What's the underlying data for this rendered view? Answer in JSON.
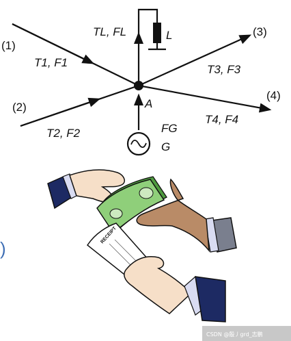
{
  "diagram": {
    "node": {
      "label": "A"
    },
    "branches": [
      {
        "id": "1",
        "number": "(1)",
        "label": "T1, F1",
        "direction": "in"
      },
      {
        "id": "2",
        "number": "(2)",
        "label": "T2, F2",
        "direction": "in"
      },
      {
        "id": "3",
        "number": "(3)",
        "label": "T3, F3",
        "direction": "out"
      },
      {
        "id": "4",
        "number": "(4)",
        "label": "T4, F4",
        "direction": "out"
      }
    ],
    "load": {
      "symbol": "L",
      "label": "TL, FL"
    },
    "generator": {
      "symbol": "G",
      "label": "FG"
    }
  },
  "illustration": {
    "receipt_text": "RECEIPT",
    "left_edge_text": ")"
  },
  "watermark": "CSDN @殷丿grd_志鹏",
  "colors": {
    "line": "#111111",
    "money": "#8fcf7a",
    "money_dark": "#4f9a3f",
    "skin_light": "#f6dfc8",
    "skin_dark": "#b98b67",
    "sleeve_navy": "#1d2a63",
    "sleeve_gray": "#7a7f8e",
    "cuff": "#d9dcf2",
    "accent_blue": "#3f6fb5"
  }
}
